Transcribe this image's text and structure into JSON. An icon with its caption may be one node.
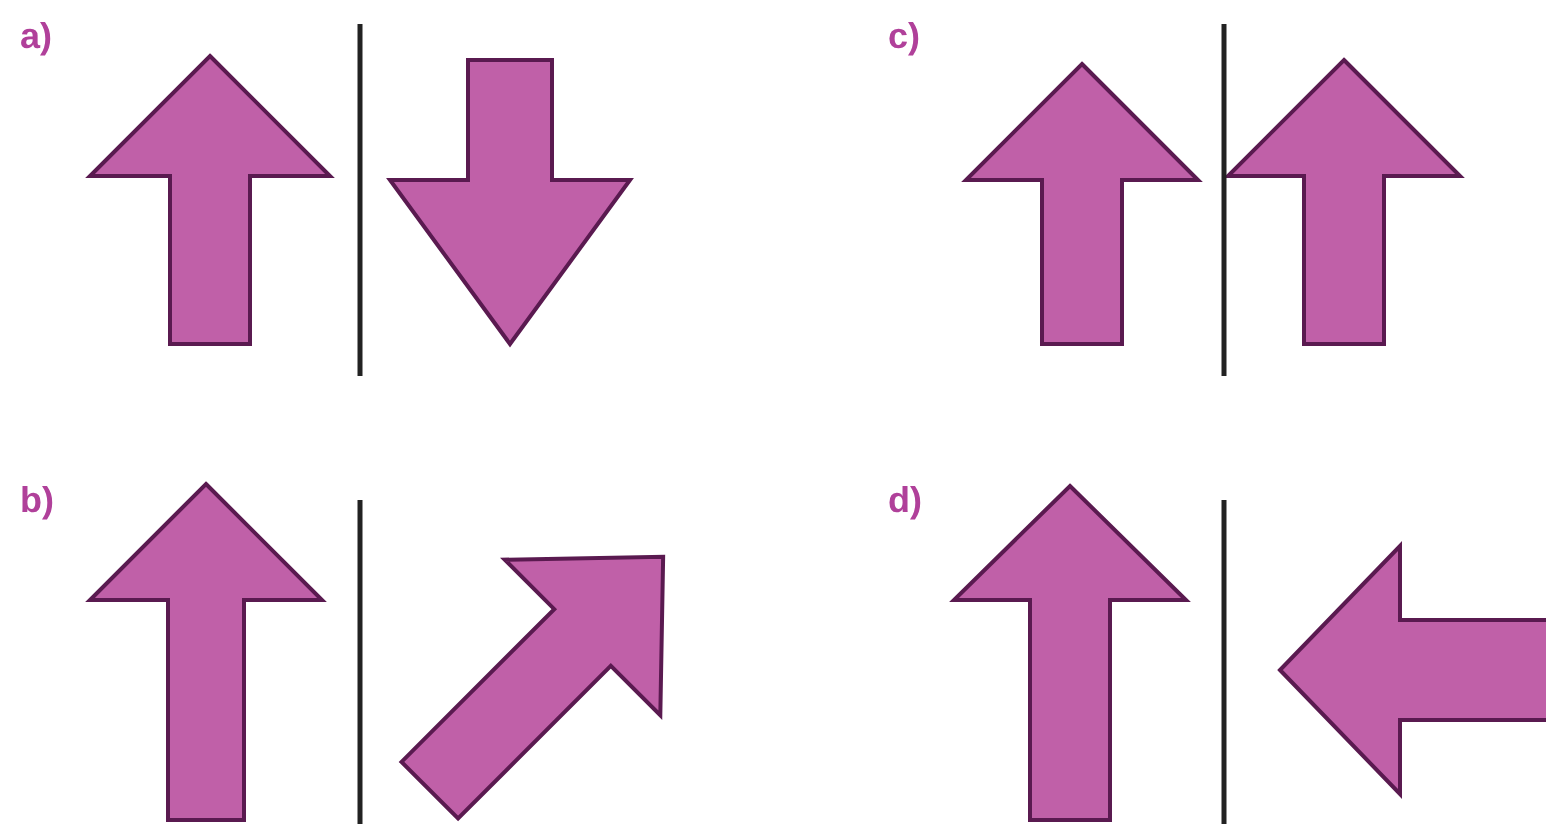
{
  "diagram": {
    "labels": [
      "a)",
      "c)",
      "b)",
      "d)"
    ]
  }
}
